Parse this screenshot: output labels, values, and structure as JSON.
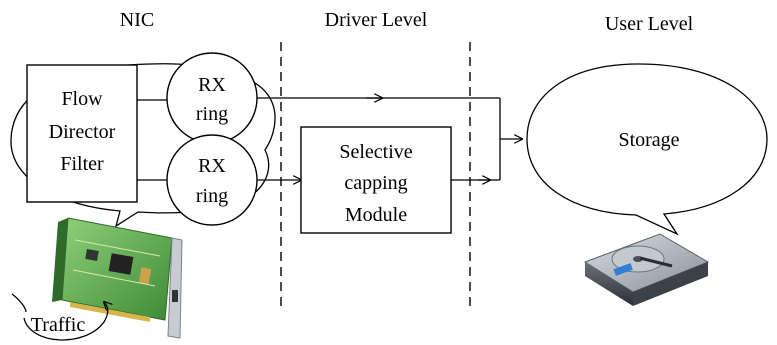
{
  "headers": {
    "nic": "NIC",
    "driver": "Driver Level",
    "user": "User Level"
  },
  "nic": {
    "filter_lines": [
      "Flow",
      "Director",
      "Filter"
    ],
    "rx_ring_1": [
      "RX",
      "ring"
    ],
    "rx_ring_2": [
      "RX",
      "ring"
    ]
  },
  "driver": {
    "module_lines": [
      "Selective",
      "capping",
      "Module"
    ]
  },
  "user": {
    "storage": "Storage"
  },
  "traffic": "Traffic",
  "icons": {
    "nic_card": "network-card-icon",
    "hard_drive": "hard-drive-icon"
  }
}
